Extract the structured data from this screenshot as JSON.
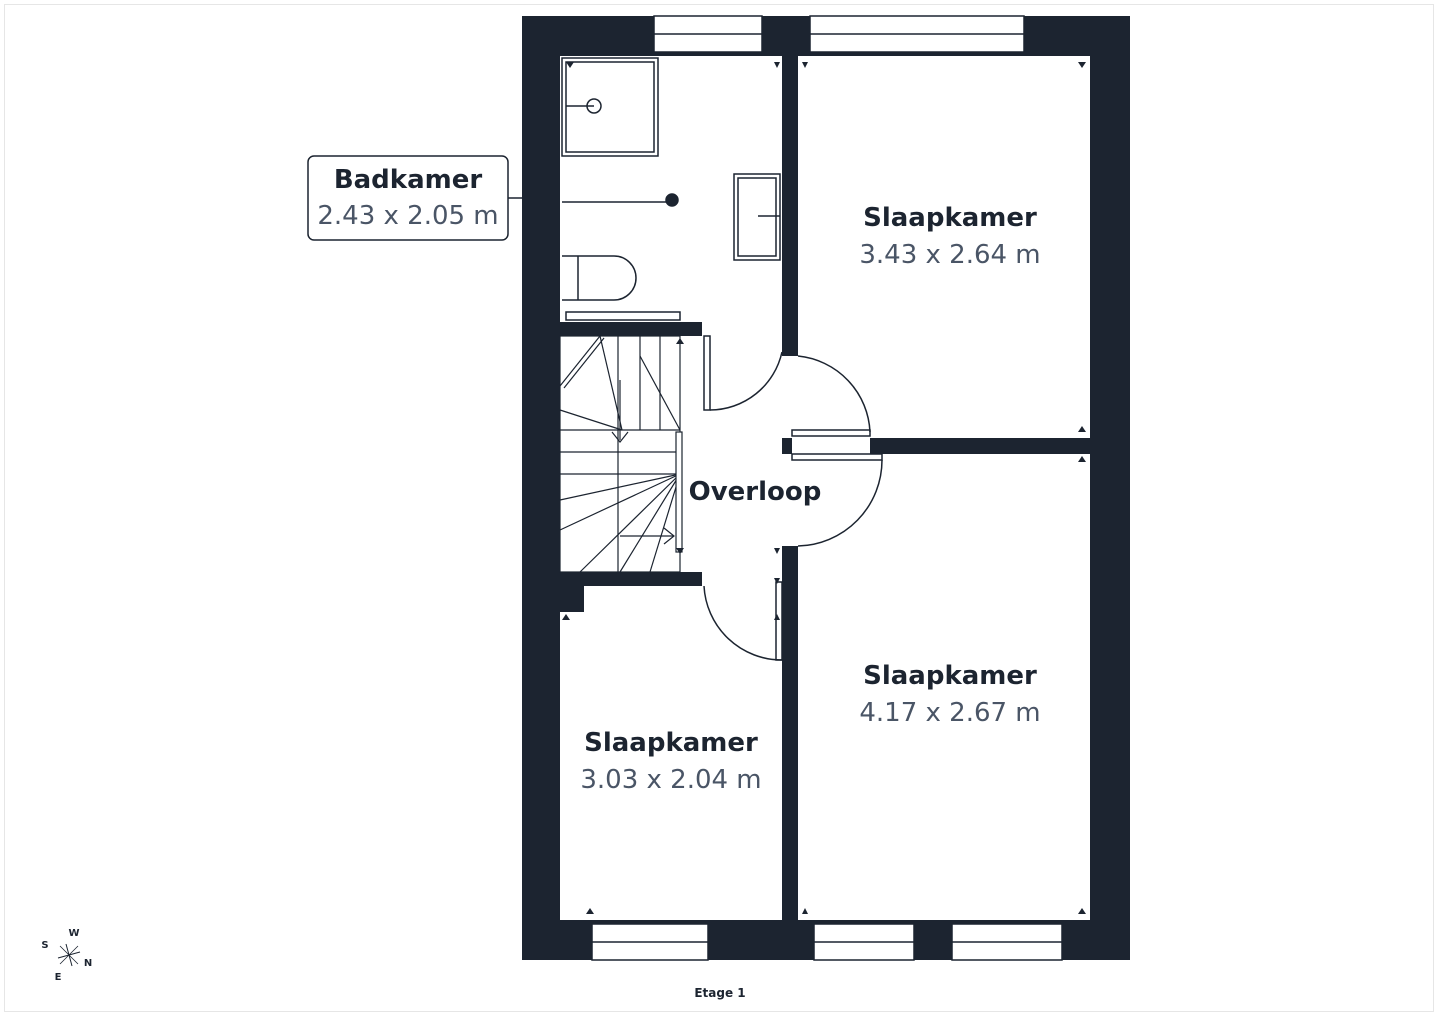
{
  "plan": {
    "wall_color": "#1c2430",
    "rooms": [
      {
        "name": "Badkamer",
        "dimensions": "2.43 x 2.05 m"
      },
      {
        "name": "Slaapkamer",
        "dimensions": "3.43 x 2.64 m"
      },
      {
        "name": "Overloop"
      },
      {
        "name": "Slaapkamer",
        "dimensions": "4.17 x 2.67 m"
      },
      {
        "name": "Slaapkamer",
        "dimensions": "3.03 x 2.04 m"
      }
    ],
    "floor_label": "Etage 1",
    "compass": {
      "top": "W",
      "right": "N",
      "bottom": "E",
      "left": "S"
    }
  }
}
